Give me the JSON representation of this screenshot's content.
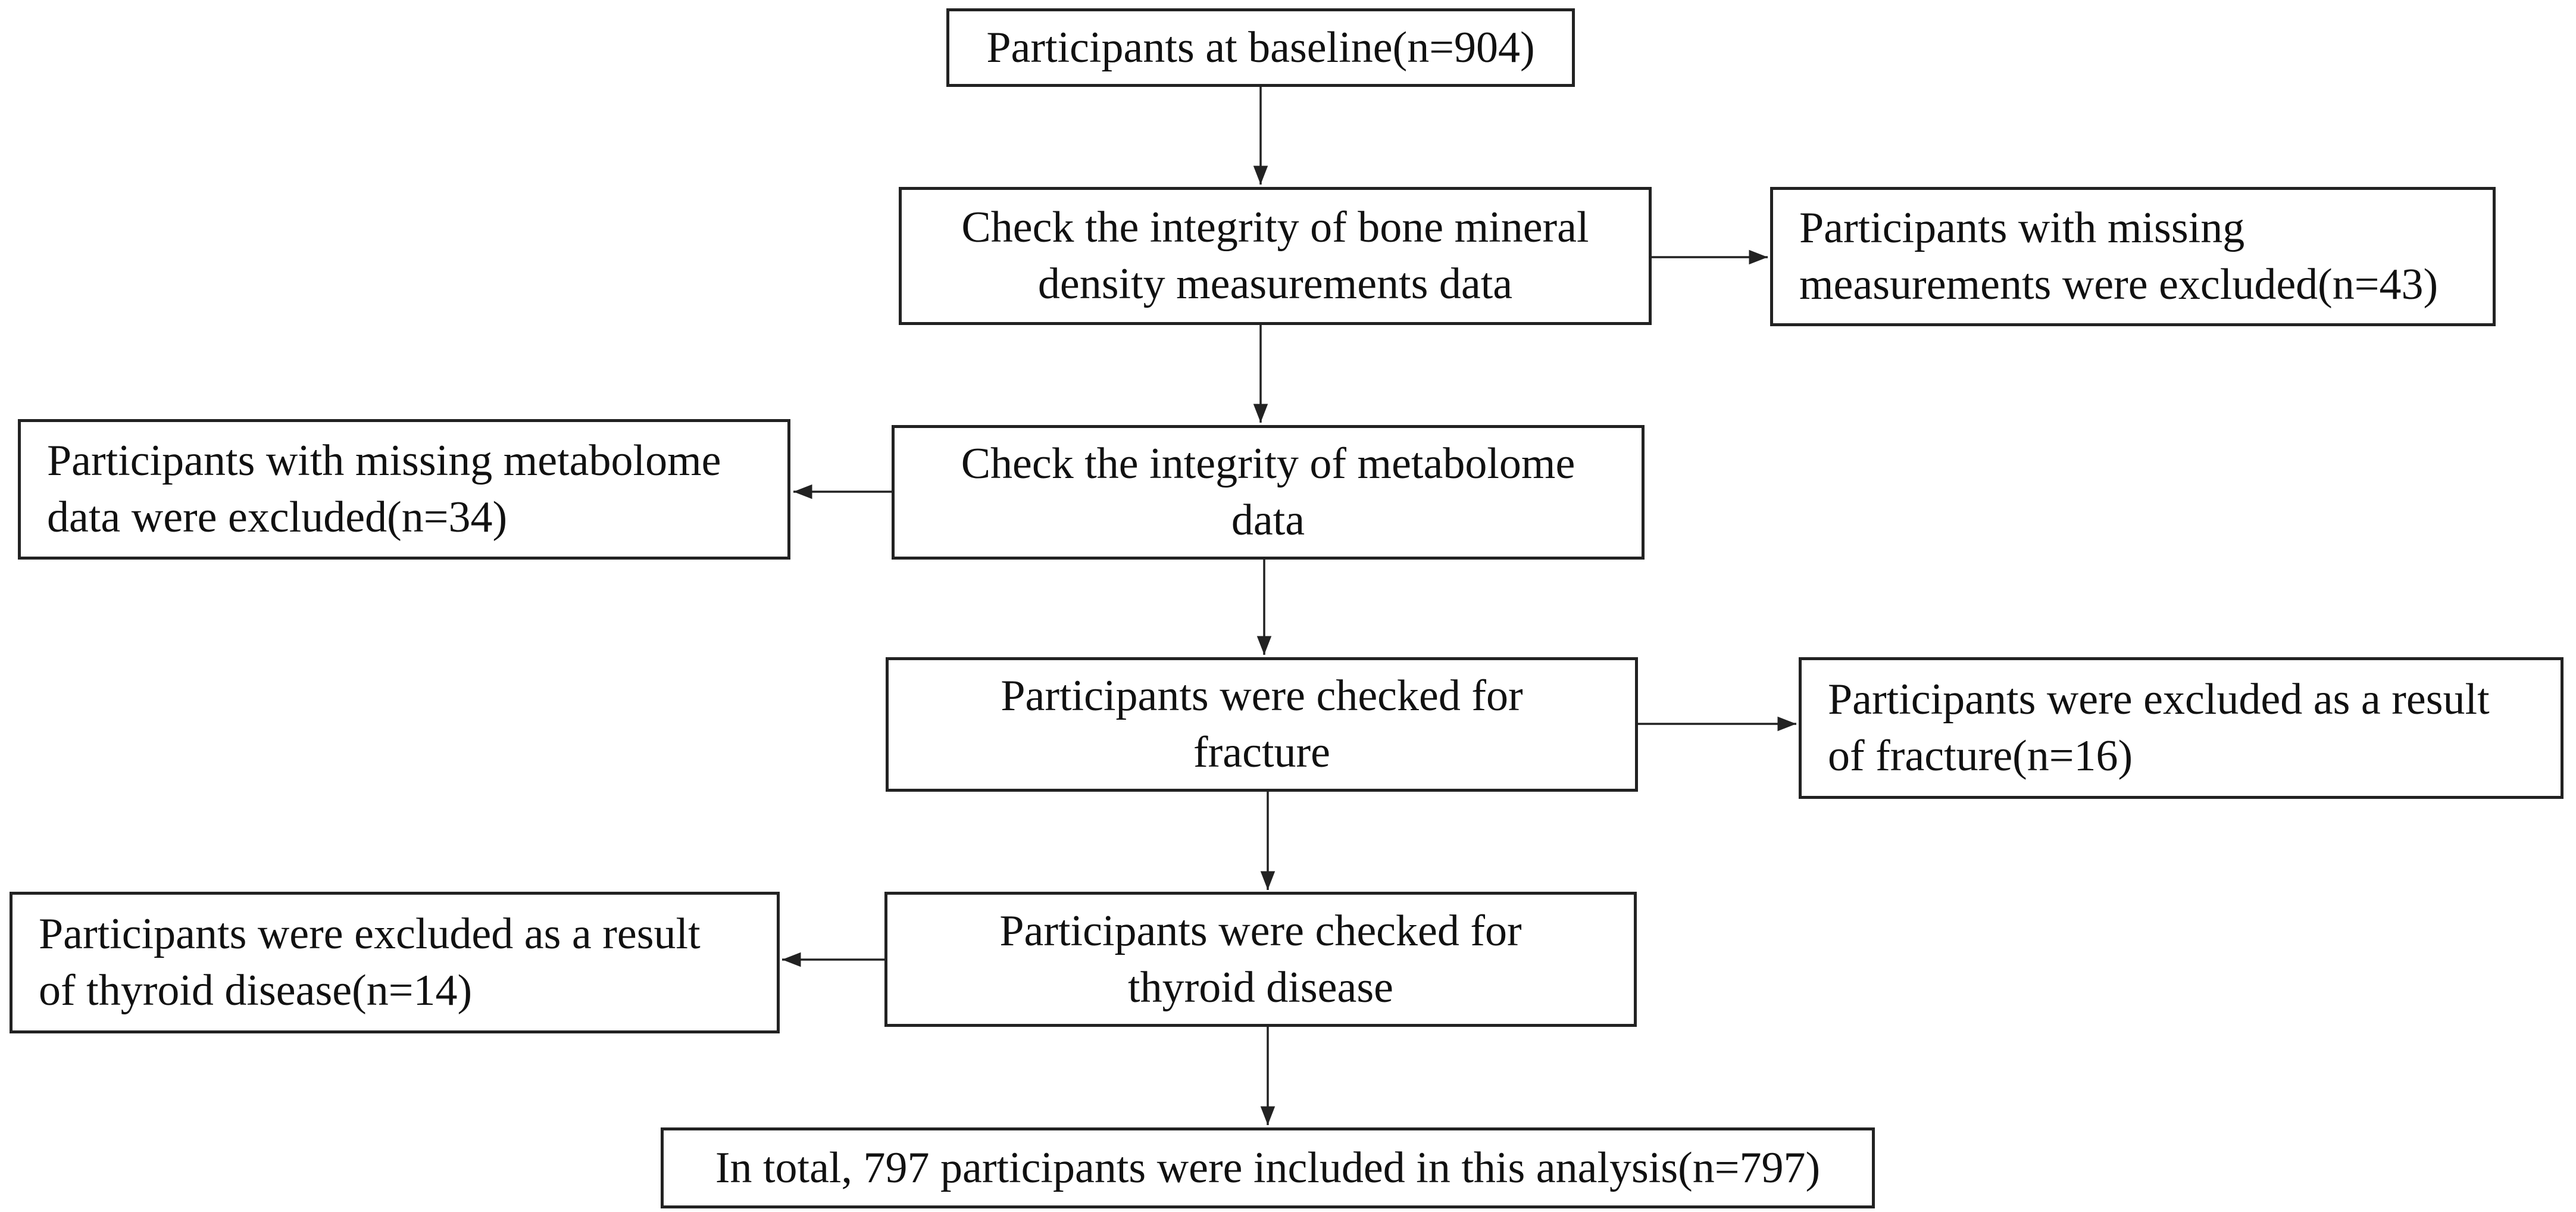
{
  "flowchart": {
    "baseline": {
      "line1": "Participants at baseline(n=904)"
    },
    "check_bmd": {
      "line1": "Check the integrity of bone mineral",
      "line2": "density measurements data"
    },
    "excluded_bmd": {
      "line1": "Participants with missing",
      "line2": "measurements were excluded(n=43)"
    },
    "check_metabolome": {
      "line1": "Check the integrity of metabolome",
      "line2": "data"
    },
    "excluded_metabolome": {
      "line1": "Participants with missing metabolome",
      "line2": "data were excluded(n=34)"
    },
    "check_fracture": {
      "line1": "Participants were checked for",
      "line2": "fracture"
    },
    "excluded_fracture": {
      "line1": "Participants were excluded as a result",
      "line2": "of fracture(n=16)"
    },
    "check_thyroid": {
      "line1": "Participants were checked for",
      "line2": "thyroid disease"
    },
    "excluded_thyroid": {
      "line1": "Participants were excluded as a result",
      "line2": "of thyroid disease(n=14)"
    },
    "final": {
      "line1": "In total, 797 participants were included in this analysis(n=797)"
    }
  }
}
